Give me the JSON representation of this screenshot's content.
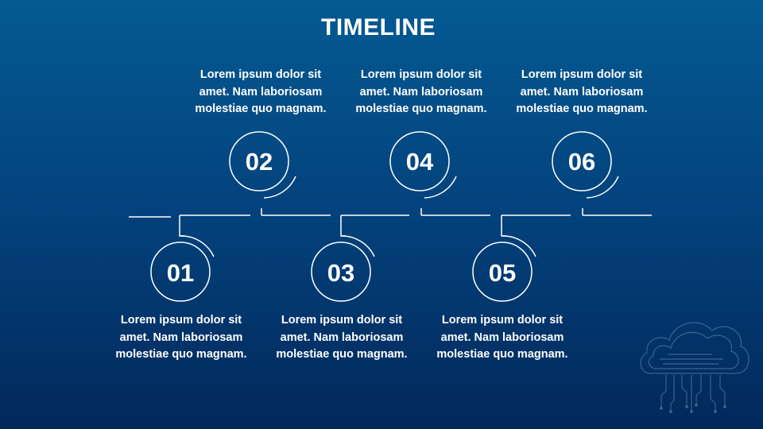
{
  "slide": {
    "title": "TIMELINE"
  },
  "steps": [
    {
      "number": "01",
      "text": "Lorem ipsum dolor sit amet. Nam laboriosam molestiae quo magnam."
    },
    {
      "number": "02",
      "text": "Lorem ipsum dolor sit amet. Nam laboriosam molestiae quo magnam."
    },
    {
      "number": "03",
      "text": "Lorem ipsum dolor sit amet. Nam laboriosam molestiae quo magnam."
    },
    {
      "number": "04",
      "text": "Lorem ipsum dolor sit amet. Nam laboriosam molestiae quo magnam."
    },
    {
      "number": "05",
      "text": "Lorem ipsum dolor sit amet. Nam laboriosam molestiae quo magnam."
    },
    {
      "number": "06",
      "text": "Lorem ipsum dolor sit amet. Nam laboriosam molestiae quo magnam."
    }
  ],
  "colors": {
    "background_top": "#045a93",
    "background_bottom": "#02285a",
    "foreground": "#ffffff"
  },
  "icons": {
    "watermark": "cloud-circuit-icon"
  }
}
